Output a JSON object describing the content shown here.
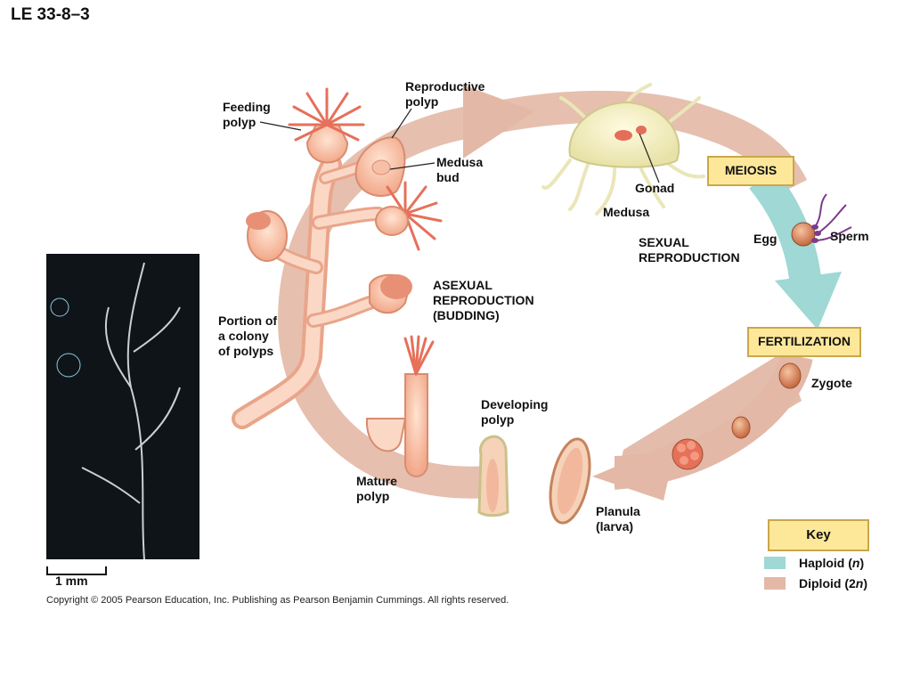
{
  "title": "LE 33-8–3",
  "labels": {
    "reproductive_polyp": [
      "Reproductive",
      "polyp"
    ],
    "feeding_polyp": [
      "Feeding",
      "polyp"
    ],
    "medusa_bud": [
      "Medusa",
      "bud"
    ],
    "gonad": "Gonad",
    "medusa": "Medusa",
    "sexual_reproduction": [
      "SEXUAL",
      "REPRODUCTION"
    ],
    "egg": "Egg",
    "sperm": "Sperm",
    "asexual_reproduction": [
      "ASEXUAL",
      "REPRODUCTION",
      "(BUDDING)"
    ],
    "portion_colony": [
      "Portion of",
      "a colony",
      "of polyps"
    ],
    "zygote": "Zygote",
    "developing_polyp": [
      "Developing",
      "polyp"
    ],
    "mature_polyp": [
      "Mature",
      "polyp"
    ],
    "planula": [
      "Planula",
      "(larva)"
    ]
  },
  "boxes": {
    "meiosis": "MEIOSIS",
    "fertilization": "FERTILIZATION"
  },
  "scale_bar": "1 mm",
  "key": {
    "title": "Key",
    "haploid_prefix": "Haploid (",
    "haploid_var": "n",
    "haploid_suffix": ")",
    "diploid_prefix": "Diploid (2",
    "diploid_var": "n",
    "diploid_suffix": ")",
    "haploid_color": "#9fd8d4",
    "diploid_color": "#e3b8a6"
  },
  "copyright": "Copyright ©  2005 Pearson Education, Inc. Publishing as Pearson Benjamin Cummings. All rights reserved."
}
